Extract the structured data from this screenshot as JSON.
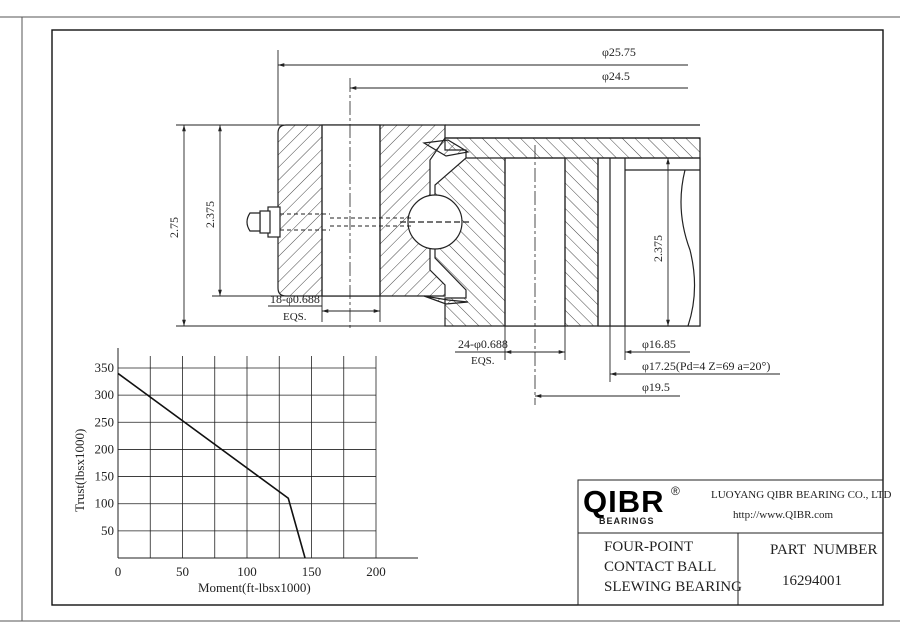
{
  "drawing": {
    "dimensions": {
      "d_outer": "φ25.75",
      "d_bolt_outer": "φ24.5",
      "h_total": "2.75",
      "h_outer_ring": "2.375",
      "h_inner_ring": "2.375",
      "holes_outer": "18-φ0.688",
      "holes_outer_eqs": "EQS.",
      "holes_inner": "24-φ0.688",
      "holes_inner_eqs": "EQS.",
      "d_bore": "φ16.85",
      "d_gear": "φ17.25(Pd=4 Z=69 a=20°)",
      "d_bolt_inner": "φ19.5"
    }
  },
  "chart_data": {
    "type": "line",
    "series": [
      {
        "values": [
          [
            0,
            340
          ],
          [
            132,
            110
          ],
          [
            145,
            0
          ]
        ]
      }
    ],
    "xlabel": "Moment(ft-lbsx1000)",
    "ylabel": "Trust(lbsx1000)",
    "x_ticks": [
      "0",
      "50",
      "100",
      "150",
      "200"
    ],
    "y_ticks": [
      "50",
      "100",
      "150",
      "200",
      "250",
      "300",
      "350"
    ],
    "xlim": [
      0,
      200
    ],
    "ylim": [
      0,
      350
    ],
    "grid": true
  },
  "title_block": {
    "logo_text": "QIBR",
    "logo_registered": "®",
    "logo_sub": "BEARINGS",
    "company": "LUOYANG QIBR BEARING CO., LTD",
    "website": "http://www.QIBR.com",
    "description_lines": [
      "FOUR-POINT",
      "CONTACT BALL",
      "SLEWING BEARING"
    ],
    "part_number_label": "PART  NUMBER",
    "part_number": "16294001"
  },
  "colors": {
    "line": "#222222",
    "background": "#ffffff"
  }
}
